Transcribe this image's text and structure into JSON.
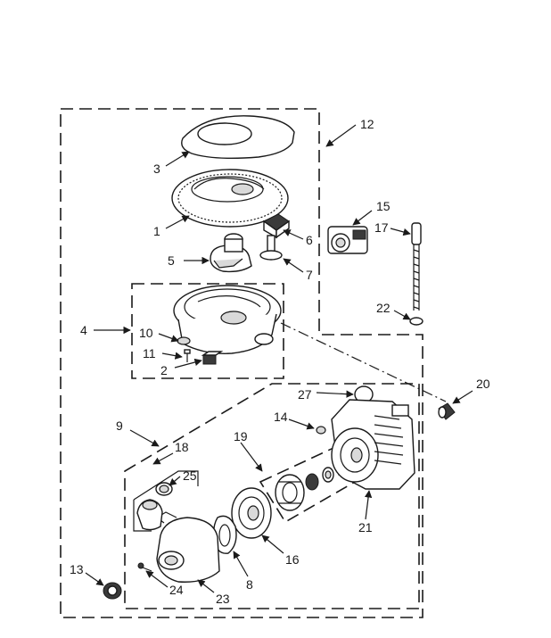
{
  "callouts": [
    "1",
    "2",
    "3",
    "4",
    "5",
    "6",
    "7",
    "8",
    "9",
    "10",
    "11",
    "12",
    "13",
    "14",
    "15",
    "16",
    "17",
    "18",
    "19",
    "20",
    "21",
    "22",
    "23",
    "24",
    "25",
    "27"
  ],
  "colors": {
    "line": "#1a1a1a",
    "fill": "#ffffff",
    "shade": "#d9d9d9",
    "dark": "#3a3a3a"
  }
}
